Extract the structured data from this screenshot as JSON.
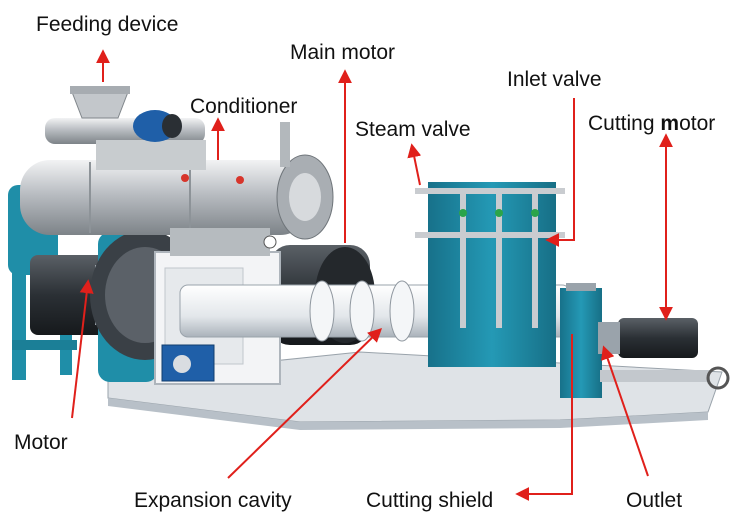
{
  "colors": {
    "annotation": "#e0201b",
    "steel": "#c9ccd0",
    "teal_frame": "#1f8ea8",
    "pipe_white": "#eef1f4",
    "motor_dark": "#2e3338",
    "base_plate": "#dfe3e7"
  },
  "labels": {
    "feeding_device": "Feeding device",
    "main_motor": "Main motor",
    "conditioner": "Conditioner",
    "inlet_valve": "Inlet valve",
    "steam_valve": "Steam valve",
    "cutting_motor_prefix": "Cutting ",
    "cutting_motor_bold": "m",
    "cutting_motor_suffix": "otor",
    "motor": "Motor",
    "expansion_cavity": "Expansion cavity",
    "cutting_shield": "Cutting shield",
    "outlet": "Outlet"
  }
}
